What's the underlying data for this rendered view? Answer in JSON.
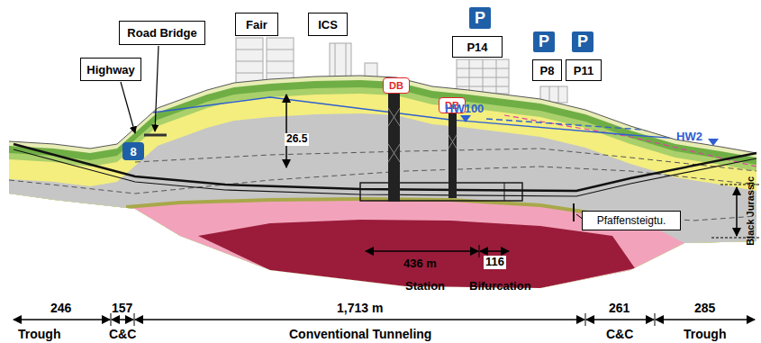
{
  "diagram": {
    "nodes": [
      {
        "text": [
          "Road Bridge"
        ]
      },
      {
        "text": [
          "Fair"
        ]
      },
      {
        "text": [
          "ICS"
        ]
      },
      {
        "text": [
          "P"
        ]
      },
      {
        "text": [
          "P14"
        ]
      },
      {
        "text": [
          "P"
        ]
      },
      {
        "text": [
          "P"
        ]
      },
      {
        "text": [
          "P8"
        ]
      },
      {
        "text": [
          "P11"
        ]
      },
      {
        "text": [
          "Highway"
        ]
      },
      {
        "text": [
          "8"
        ]
      },
      {
        "text": [
          "DB"
        ]
      },
      {
        "text": [
          "DB"
        ]
      },
      {
        "text": [
          "Pfaffensteigtu."
        ]
      }
    ],
    "labels": [
      "26.5",
      "HW100",
      "HW2",
      "Black Jurassic",
      "436 m",
      "116",
      "Station",
      "Bifurcation",
      "246",
      "157",
      "1,713 m",
      "261",
      "285",
      "Trough",
      "C&C",
      "Conventional Tunneling",
      "C&C",
      "Trough"
    ]
  }
}
